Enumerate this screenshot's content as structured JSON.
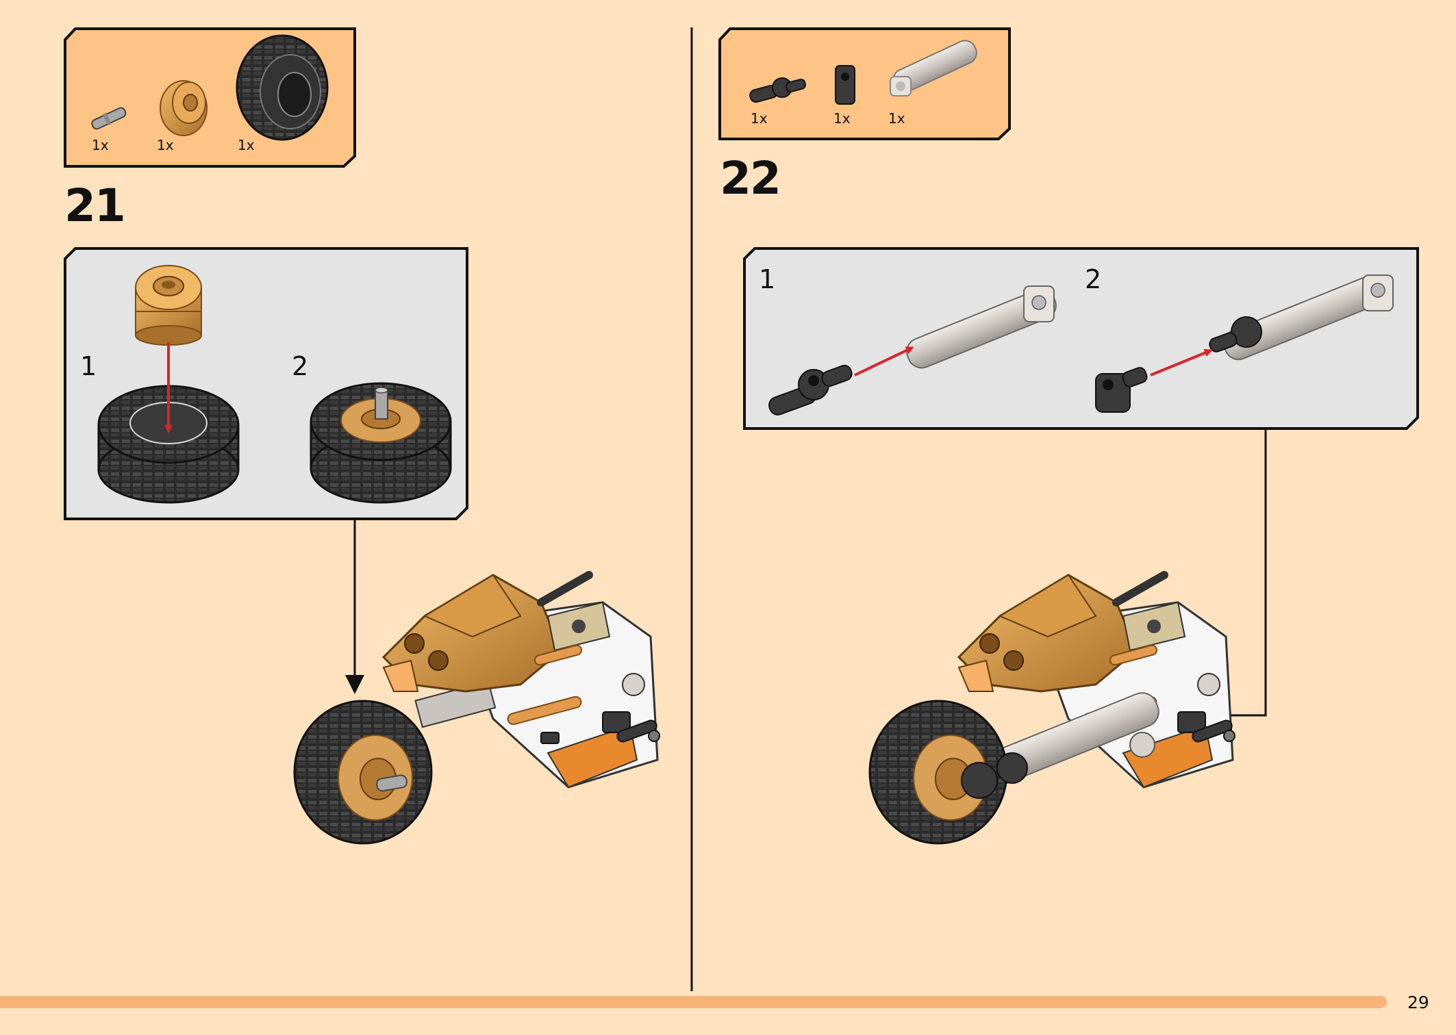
{
  "page": {
    "number": "29"
  },
  "step21": {
    "number": "21",
    "parts": [
      {
        "qty": "1x",
        "name": "technic-pin"
      },
      {
        "qty": "1x",
        "name": "wheel-rim"
      },
      {
        "qty": "1x",
        "name": "tyre"
      }
    ],
    "callout": {
      "substeps": [
        "1",
        "2"
      ]
    }
  },
  "step22": {
    "number": "22",
    "parts": [
      {
        "qty": "1x",
        "name": "axle-connector"
      },
      {
        "qty": "1x",
        "name": "pin-connector"
      },
      {
        "qty": "1x",
        "name": "tube"
      }
    ],
    "callout": {
      "substeps": [
        "1",
        "2"
      ]
    }
  },
  "colors": {
    "page_background": "#ffe3c0",
    "parts_box": "#fdc486",
    "callout_box": "#e4e4e4",
    "accent": "#f7b478",
    "arrow": "#d9252b"
  }
}
